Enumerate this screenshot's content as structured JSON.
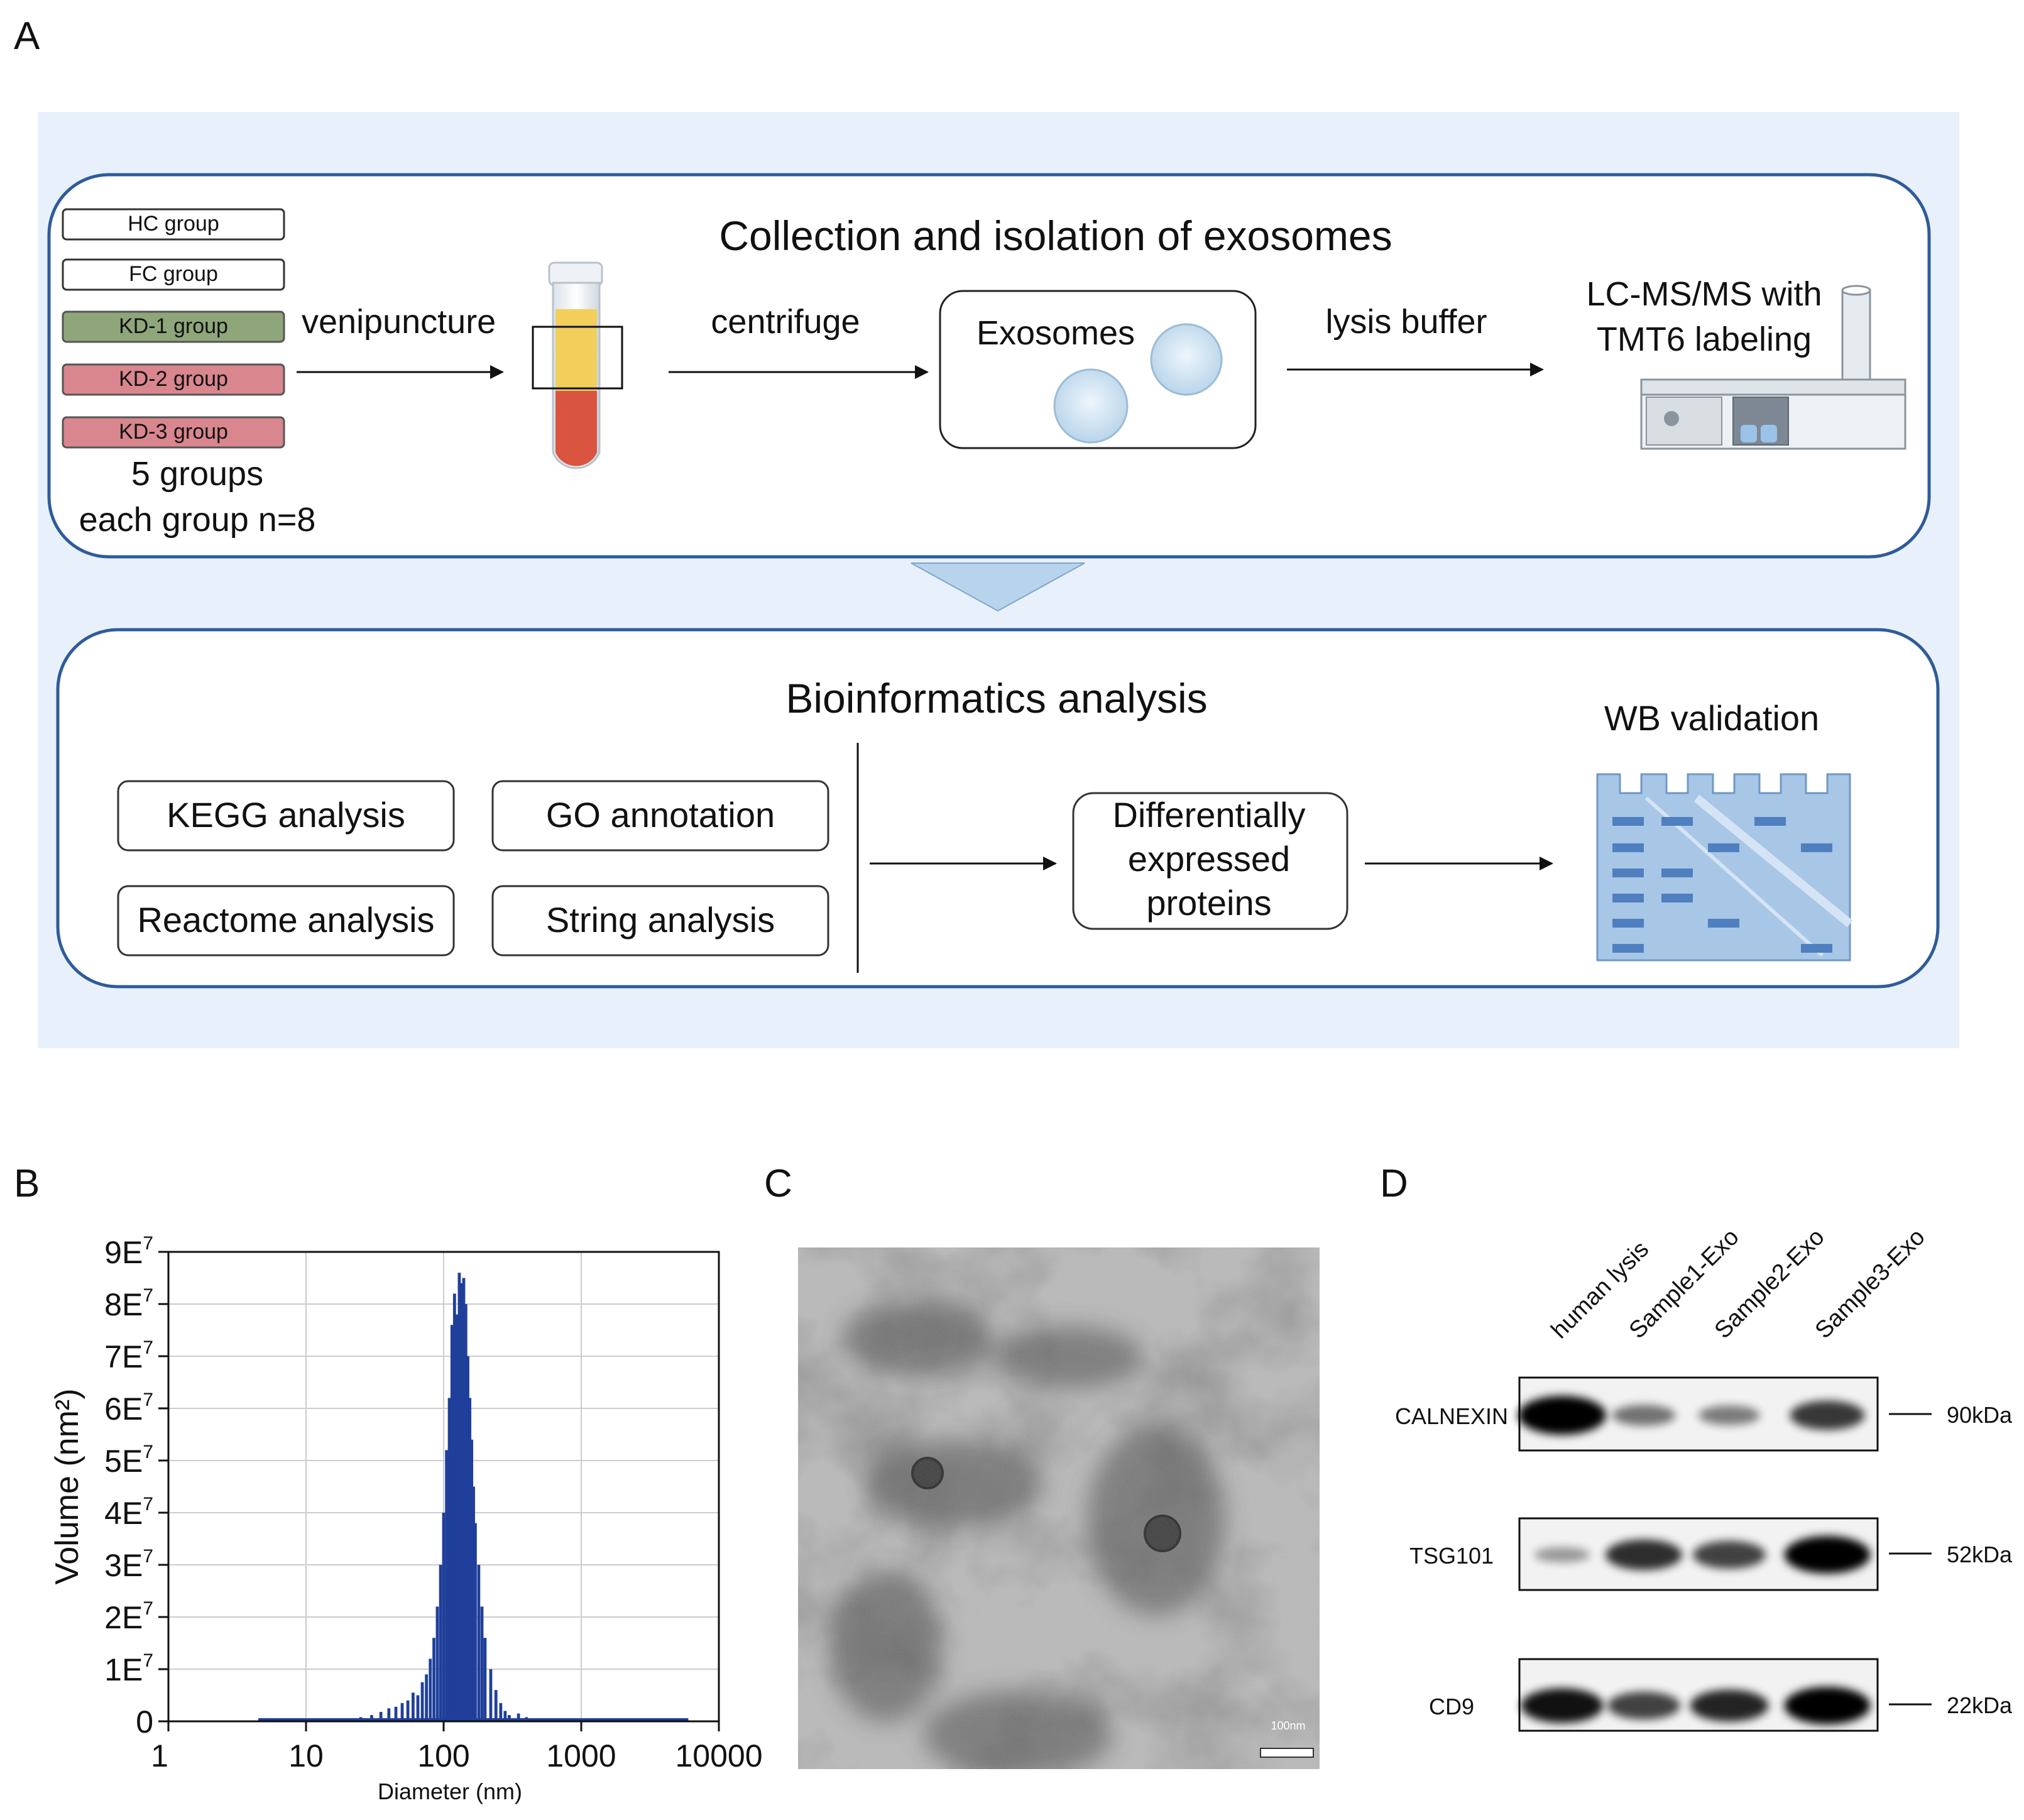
{
  "colors": {
    "panel_bg": "#e8f1fb",
    "box_stroke": "#2f5b9a",
    "arrow_fill": "#b8d3ec",
    "kd1_fill": "#8fa67a",
    "kd_pink_fill": "#d9868f",
    "bar_color": "#1f3f9a",
    "gel_fill": "#a8c6e6",
    "gel_band": "#4f7fbf"
  },
  "panel_labels": {
    "a": "A",
    "b": "B",
    "c": "C",
    "d": "D"
  },
  "panel_a": {
    "groups": [
      "HC group",
      "FC group",
      "KD-1 group",
      "KD-2 group",
      "KD-3 group"
    ],
    "groups_note_1": "5 groups",
    "groups_note_2": "each group n=8",
    "step_venipuncture": "venipuncture",
    "title_top": "Collection and isolation of exosomes",
    "step_centrifuge": "centrifuge",
    "exosomes_label": "Exosomes",
    "step_lysis": "lysis buffer",
    "lcms_line1": "LC-MS/MS with",
    "lcms_line2": "TMT6 labeling",
    "title_bottom": "Bioinformatics analysis",
    "analyses": [
      "KEGG analysis",
      "GO annotation",
      "Reactome analysis",
      "String analysis"
    ],
    "dep_line1": "Differentially",
    "dep_line2": "expressed",
    "dep_line3": "proteins",
    "wb_title": "WB validation"
  },
  "panel_c": {
    "scale_label": "100nm"
  },
  "panel_d": {
    "lanes": [
      "human lysis",
      "Sample1-Exo",
      "Sample2-Exo",
      "Sample3-Exo"
    ],
    "blots": [
      {
        "protein": "CALNEXIN",
        "size": "90kDa",
        "intensity": [
          1.0,
          0.35,
          0.3,
          0.65
        ]
      },
      {
        "protein": "TSG101",
        "size": "52kDa",
        "intensity": [
          0.15,
          0.7,
          0.6,
          0.95
        ]
      },
      {
        "protein": "CD9",
        "size": "22kDa",
        "intensity": [
          0.85,
          0.6,
          0.75,
          0.95
        ]
      }
    ]
  },
  "chart_data": {
    "type": "bar",
    "xlabel": "Diameter (nm)",
    "ylabel": "Volume (nm²)",
    "xscale": "log",
    "xlim": [
      1,
      10000
    ],
    "ylim": [
      0,
      90000000
    ],
    "grid": true,
    "x_ticks": [
      "1",
      "10",
      "100",
      "1000",
      "10000"
    ],
    "y_ticks": [
      {
        "base": "0",
        "exp": ""
      },
      {
        "base": "1E",
        "exp": "7"
      },
      {
        "base": "2E",
        "exp": "7"
      },
      {
        "base": "3E",
        "exp": "7"
      },
      {
        "base": "4E",
        "exp": "7"
      },
      {
        "base": "5E",
        "exp": "7"
      },
      {
        "base": "6E",
        "exp": "7"
      },
      {
        "base": "7E",
        "exp": "7"
      },
      {
        "base": "8E",
        "exp": "7"
      },
      {
        "base": "9E",
        "exp": "7"
      }
    ],
    "x": [
      15,
      20,
      25,
      30,
      35,
      40,
      45,
      50,
      55,
      60,
      65,
      70,
      75,
      80,
      85,
      90,
      95,
      100,
      105,
      110,
      115,
      120,
      125,
      130,
      135,
      140,
      145,
      150,
      155,
      160,
      165,
      170,
      180,
      190,
      200,
      220,
      240,
      260,
      280,
      300,
      350,
      400
    ],
    "values": [
      200000,
      500000,
      800000,
      1200000,
      1800000,
      2500000,
      2800000,
      3500000,
      4000000,
      5500000,
      5000000,
      7500000,
      9000000,
      12000000,
      16000000,
      22000000,
      30000000,
      40000000,
      52000000,
      62000000,
      76000000,
      82000000,
      78000000,
      86000000,
      84000000,
      85000000,
      80000000,
      70000000,
      62000000,
      54000000,
      45000000,
      38000000,
      30000000,
      22000000,
      16000000,
      10000000,
      6000000,
      3500000,
      2000000,
      1200000,
      1500000,
      800000
    ],
    "baseline_range": [
      4.5,
      6000
    ]
  }
}
